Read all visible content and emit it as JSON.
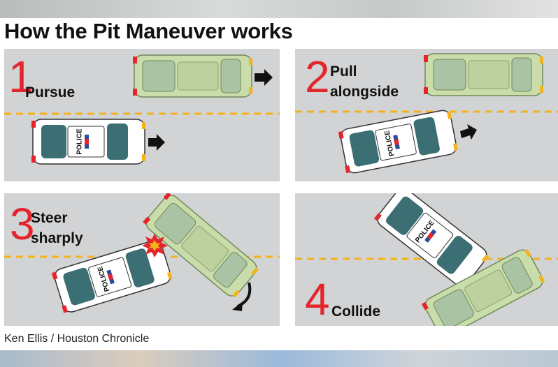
{
  "title": "How the Pit Maneuver works",
  "steps": [
    {
      "number": "1",
      "label": "Pursue"
    },
    {
      "number": "2",
      "label": "Pull\nalongside"
    },
    {
      "number": "3",
      "label": "Steer\nsharply"
    },
    {
      "number": "4",
      "label": "Collide"
    }
  ],
  "police_text": "POLICE",
  "credit": "Ken Ellis / Houston Chronicle",
  "colors": {
    "road": "#d2d3d5",
    "lane_line": "#f4b21b",
    "car_body": "#c9dcaa",
    "car_window": "#a9c3a4",
    "police_body": "#ffffff",
    "police_window": "#3b6f74",
    "number_red": "#e4262c",
    "impact": "#e4262c"
  },
  "icons": [
    "arrow-right-icon",
    "curved-arrow-icon",
    "impact-burst-icon"
  ]
}
